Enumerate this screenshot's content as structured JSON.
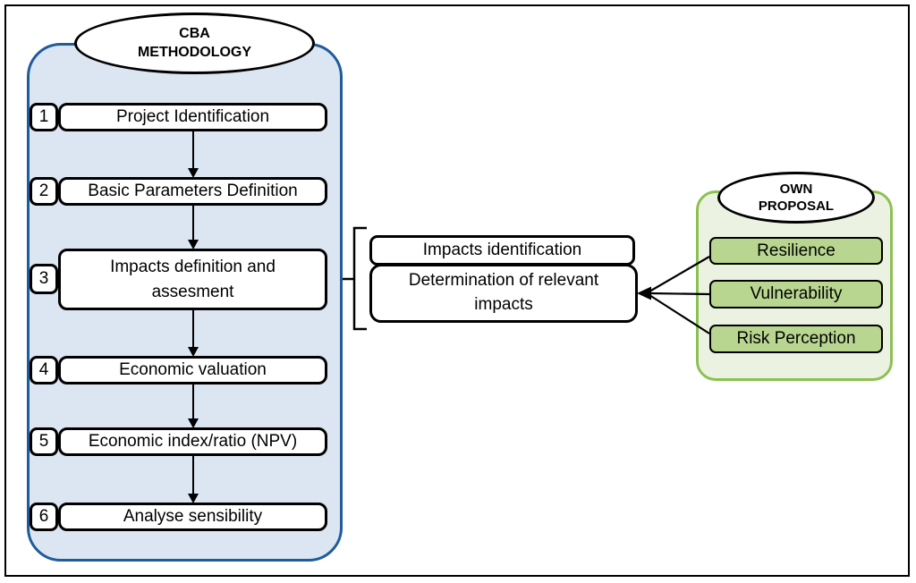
{
  "cba": {
    "title": [
      "CBA",
      "METHODOLOGY"
    ],
    "steps": [
      {
        "number": "1",
        "label": "Project Identification"
      },
      {
        "number": "2",
        "label": "Basic Parameters Definition"
      },
      {
        "number": "3",
        "label": "Impacts definition and assesment"
      },
      {
        "number": "4",
        "label": "Economic valuation"
      },
      {
        "number": "5",
        "label": "Economic index/ratio (NPV)"
      },
      {
        "number": "6",
        "label": "Analyse sensibility"
      }
    ]
  },
  "linking": {
    "impacts_identification": "Impacts identification",
    "determination": "Determination of relevant impacts"
  },
  "proposal": {
    "title": [
      "OWN",
      "PROPOSAL"
    ],
    "items": [
      "Resilience",
      "Vulnerability",
      "Risk Perception"
    ]
  },
  "colors": {
    "cba_panel_fill": "#dbe6f2",
    "cba_panel_border": "#1f5c99",
    "proposal_panel_fill": "#ecf2e1",
    "proposal_panel_border": "#8cc152",
    "proposal_item_fill": "#b8d690",
    "line_color": "#000000"
  }
}
